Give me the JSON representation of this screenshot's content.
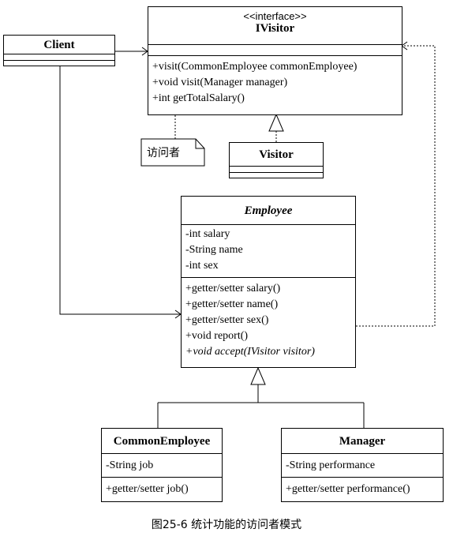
{
  "client": {
    "name": "Client"
  },
  "ivisitor": {
    "stereotype": "<<interface>>",
    "name": "IVisitor",
    "methods": [
      "+visit(CommonEmployee commonEmployee)",
      "+void visit(Manager manager)",
      "+int getTotalSalary()"
    ]
  },
  "note": {
    "text": "访问者"
  },
  "visitor": {
    "name": "Visitor"
  },
  "employee": {
    "name": "Employee",
    "attributes": [
      "-int salary",
      "-String name",
      "-int sex"
    ],
    "methods": [
      "+getter/setter salary()",
      "+getter/setter name()",
      "+getter/setter sex()",
      "+void  report()",
      "+void accept(IVisitor visitor)"
    ]
  },
  "common_employee": {
    "name": "CommonEmployee",
    "attributes": [
      "-String job"
    ],
    "methods": [
      "+getter/setter job()"
    ]
  },
  "manager": {
    "name": "Manager",
    "attributes": [
      "-String performance"
    ],
    "methods": [
      "+getter/setter performance()"
    ]
  },
  "caption": "图25-6 统计功能的访问者模式"
}
